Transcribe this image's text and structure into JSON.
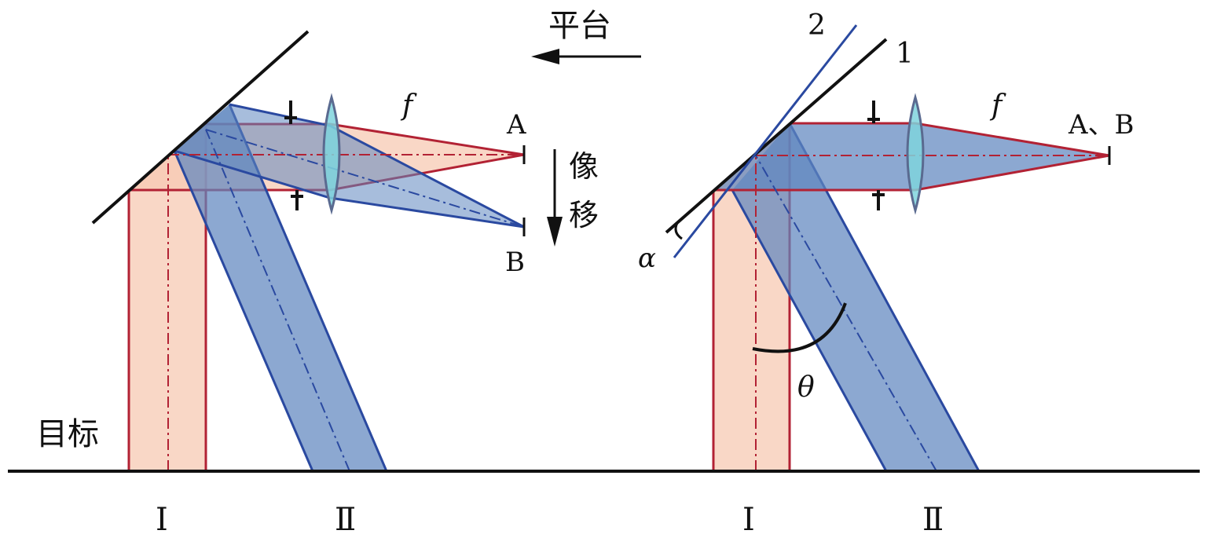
{
  "labels": {
    "platform": "平台",
    "image_shift_1": "像",
    "image_shift_2": "移",
    "target": "目标",
    "focal_left": "f",
    "focal_right": "f",
    "point_a": "A",
    "point_b": "B",
    "point_ab": "A、B",
    "mirror_1": "1",
    "mirror_2": "2",
    "alpha": "α",
    "theta": "θ",
    "beam_I_left": "Ⅰ",
    "beam_II_left": "Ⅱ",
    "beam_I_right": "Ⅰ",
    "beam_II_right": "Ⅱ"
  },
  "colors": {
    "beam_red_fill": "#f7c9b3",
    "beam_red_stroke": "#b22234",
    "beam_blue_fill": "#5f87bf",
    "beam_blue_stroke": "#2a49a0",
    "lens_fill": "#7fd3dd",
    "lens_stroke": "#5a6a90",
    "mirror": "#111111",
    "ground": "#111111"
  },
  "icons": {
    "platform_arrow": "arrow-left-icon",
    "shift_arrow": "arrow-down-icon"
  }
}
